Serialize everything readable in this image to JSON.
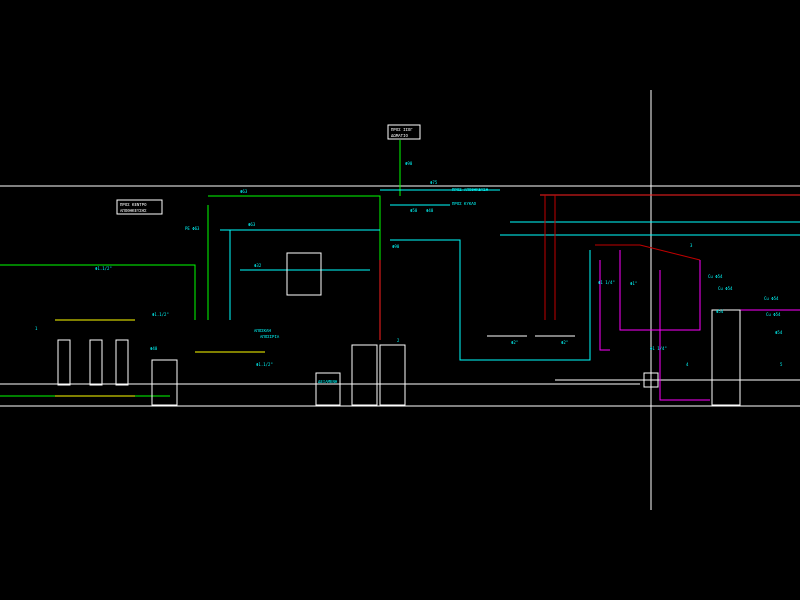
{
  "drawing": {
    "background": "#000000",
    "colors": {
      "frame": "#ffffff",
      "water": "#00ff00",
      "supply": "#00ffff",
      "hot": "#ff2020",
      "return": "#ff00ff",
      "header": "#ffff00",
      "circuit": "#c00000"
    },
    "labels": {
      "top_box": [
        "ΠΡΟΣ ΙΣΟΓ",
        "ΔΩΜΑΤΙΟ"
      ],
      "left_box": [
        "ΠΡΟΣ ΚΕΝΤΡΟ",
        "ΑΠΟΘΗΚΕΥΣΗΣ"
      ],
      "line_1": "ΠΡΟΣ ΑΠΟΘΗΚΕΥΣΗ",
      "line_2": "ΠΡΟΣ ΚΥΚΛΟ",
      "sign_1": "ΑΠΟΣΚΛΗ",
      "sign_2": "ΑΠΟΣΙΡΙΑ",
      "pipe_1": "Φ90",
      "pipe_2": "Φ75",
      "pipe_3": "Φ63",
      "pipe_4": "Φ63",
      "pipe_5": "Φ50",
      "pipe_6": "Φ40",
      "pipe_7": "Φ32",
      "pipe_8": "PE Φ63",
      "pipe_9": "Φ40",
      "pipe_10": "Φ1.1/2\"",
      "pipe_11": "Φ1.1/2\"",
      "pipe_12": "Φ1.1/2\"",
      "pipe_13": "Φ2\"",
      "pipe_14": "Φ2\"",
      "pipe_15": "Φ1 1/4\"",
      "pipe_16": "Φ1 1/4\"",
      "pipe_17": "Cu Φ54",
      "pipe_18": "Cu Φ54",
      "pipe_19": "Cu Φ54",
      "pipe_20": "Φ1\"",
      "pipe_21": "Φ54",
      "pipe_22": "Cu Φ54",
      "pipe_23": "Φ54",
      "pipe_24": "Φ90",
      "tank_lbl": "ΔΕΞΑΜΕΝΗ"
    },
    "markers": [
      "1",
      "2",
      "3",
      "4",
      "5"
    ]
  }
}
